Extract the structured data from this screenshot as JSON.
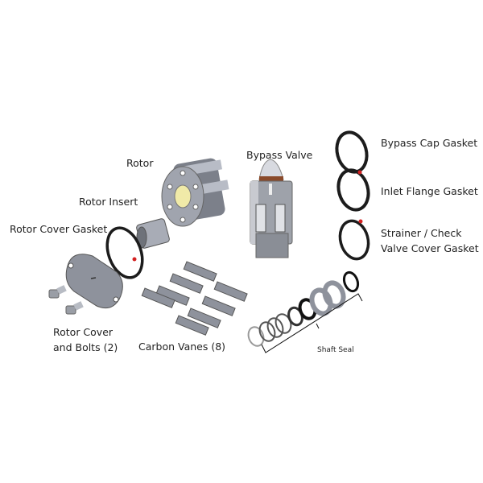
{
  "labels": {
    "bypass_cap_gasket": "Bypass Cap Gasket",
    "inlet_flange_gasket": "Inlet Flange Gasket",
    "strainer_line1": "Strainer / Check",
    "strainer_line2": "Valve Cover Gasket",
    "bypass_valve": "Bypass Valve",
    "rotor": "Rotor",
    "rotor_insert": "Rotor Insert",
    "rotor_cover_gasket": "Rotor Cover Gasket",
    "rotor_cover_line1": "Rotor Cover",
    "rotor_cover_line2": "and Bolts (2)",
    "carbon_vanes": "Carbon Vanes (8)",
    "shaft_seal": "Shaft Seal"
  },
  "colors": {
    "part_gray": "#8e929c",
    "dark_gray": "#5c6068",
    "gasket": "#1c1c1c",
    "marker": "#d42020",
    "brass": "#f0eaa8"
  }
}
